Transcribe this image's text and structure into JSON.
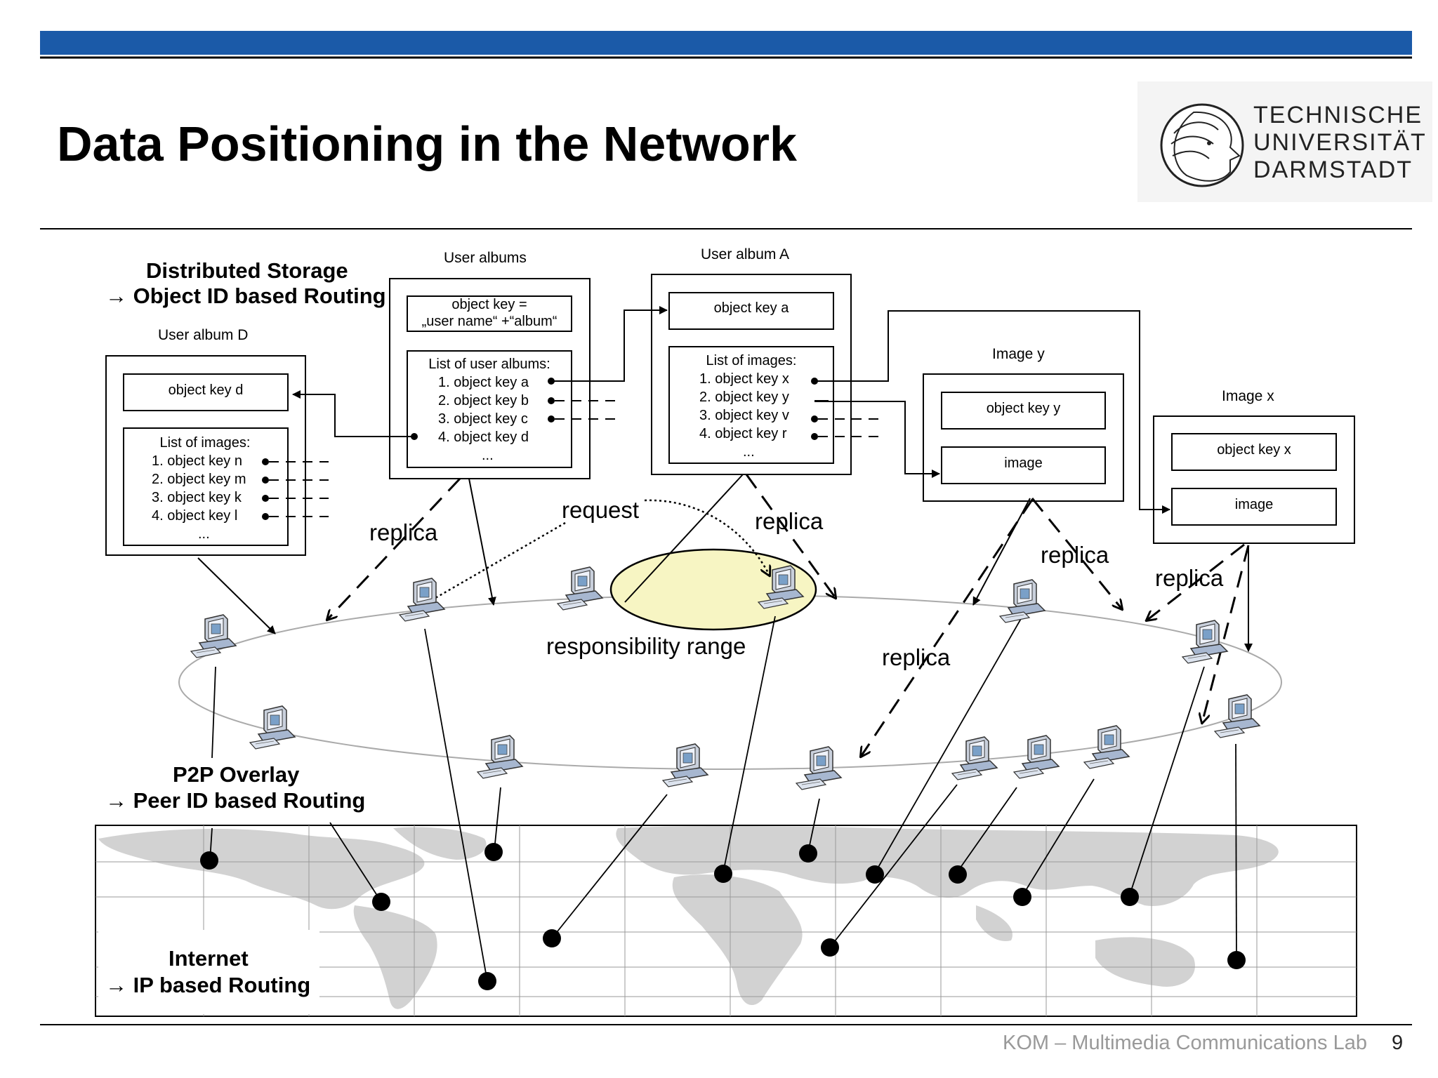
{
  "slide": {
    "title": "Data Positioning in the Network",
    "university": [
      "TECHNISCHE",
      "UNIVERSITÄT",
      "DARMSTADT"
    ],
    "footer": "KOM – Multimedia Communications Lab",
    "page_number": "9",
    "colors": {
      "top_bar": "#1b5aa8",
      "highlight": "#f7f5c3",
      "footer_text": "#999999"
    }
  },
  "labels": {
    "distributed_storage": [
      "Distributed Storage",
      "→ Object ID based Routing"
    ],
    "p2p_overlay": [
      "P2P Overlay",
      "→ Peer ID based Routing"
    ],
    "internet": [
      "Internet",
      "→ IP based Routing"
    ],
    "request": "request",
    "replica": "replica",
    "responsibility_range": "responsibility range"
  },
  "user_album_d": {
    "title": "User album D",
    "key_box": "object key d",
    "list_title": "List of images:",
    "items": [
      "1. object key n",
      "2. object key m",
      "3. object key k",
      "4. object key l",
      "..."
    ]
  },
  "user_albums": {
    "title": "User albums",
    "key_box": [
      "object key =",
      "„user name“ +“album“"
    ],
    "list_title": "List of user albums:",
    "items": [
      "1. object key a",
      "2. object key b",
      "3. object key c",
      "4. object key d",
      "..."
    ]
  },
  "user_album_a": {
    "title": "User album A",
    "key_box": "object key a",
    "list_title": "List of images:",
    "items": [
      "1. object key x",
      "2. object key y",
      "3. object key v",
      "4. object key r",
      "..."
    ]
  },
  "image_y": {
    "title": "Image y",
    "key_box": "object key y",
    "image_box": "image"
  },
  "image_x": {
    "title": "Image x",
    "key_box": "object key x",
    "image_box": "image"
  },
  "icons": [
    "computer-icon",
    "tu-darmstadt-logo-icon",
    "arrow-right-icon",
    "world-map-icon"
  ]
}
